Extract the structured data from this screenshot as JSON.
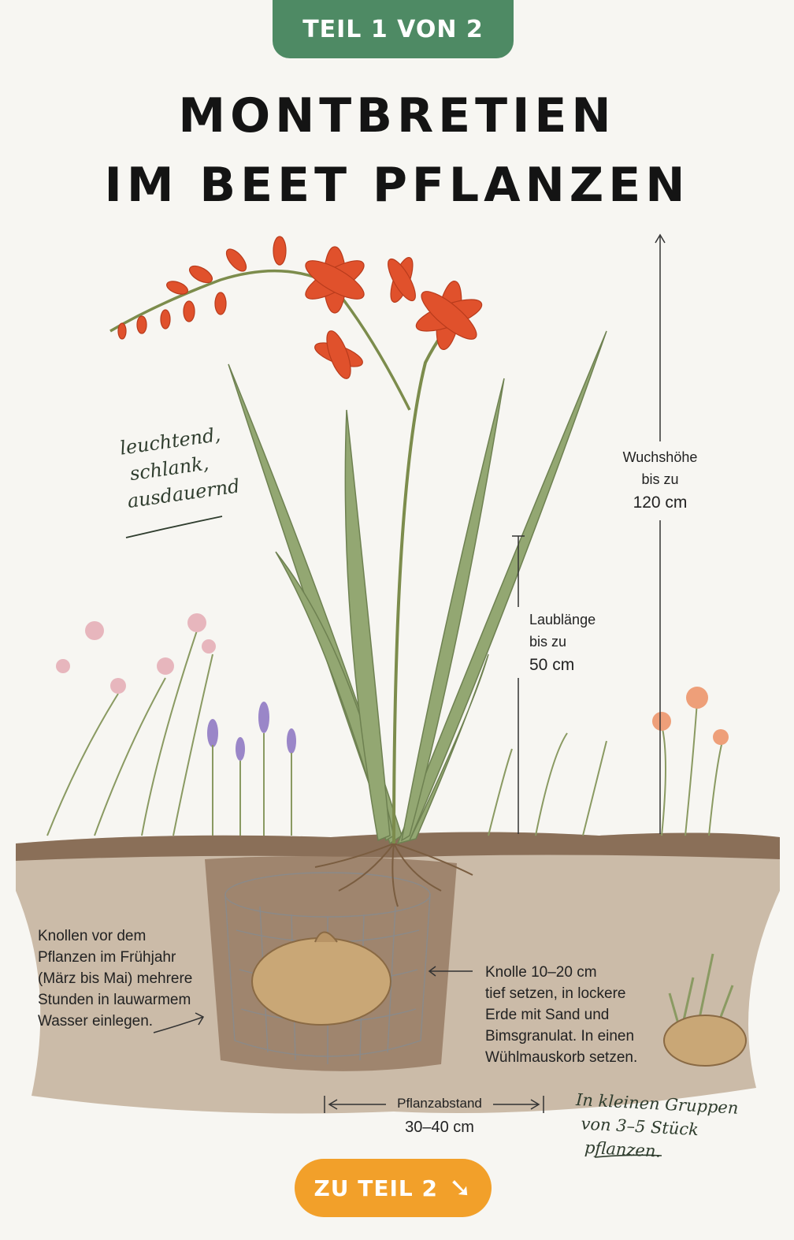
{
  "header": {
    "badge": "TEIL 1 VON 2",
    "title_line1": "MONTBRETIEN",
    "title_line2": "IM BEET PFLANZEN"
  },
  "handnote_top": [
    "leuchtend,",
    "schlank,",
    "ausdauernd"
  ],
  "measure_height": {
    "label1": "Wuchshöhe",
    "label2": "bis zu",
    "value": "120 cm"
  },
  "measure_leaf": {
    "label1": "Laublänge",
    "label2": "bis zu",
    "value": "50 cm"
  },
  "note_soak": [
    "Knollen vor dem",
    "Pflanzen im Frühjahr",
    "(März bis Mai) mehrere",
    "Stunden in lauwarmem",
    "Wasser einlegen."
  ],
  "note_plant": [
    "Knolle 10–20 cm",
    "tief setzen, in lockere",
    "Erde mit Sand und",
    "Bimsgranulat. In einen",
    "Wühlmauskorb setzen."
  ],
  "spacing": {
    "label": "Pflanzabstand",
    "value": "30–40 cm"
  },
  "handnote_bottom": [
    "In kleinen Gruppen",
    "von 3–5 Stück",
    "pflanzen."
  ],
  "cta": {
    "label": "ZU TEIL 2",
    "icon": "arrow-down-right-icon"
  },
  "colors": {
    "badge": "#4e8a64",
    "cta": "#f2a02a",
    "flower": "#e0512c",
    "leaf": "#8fa370",
    "soil": "#8b6c4e"
  }
}
